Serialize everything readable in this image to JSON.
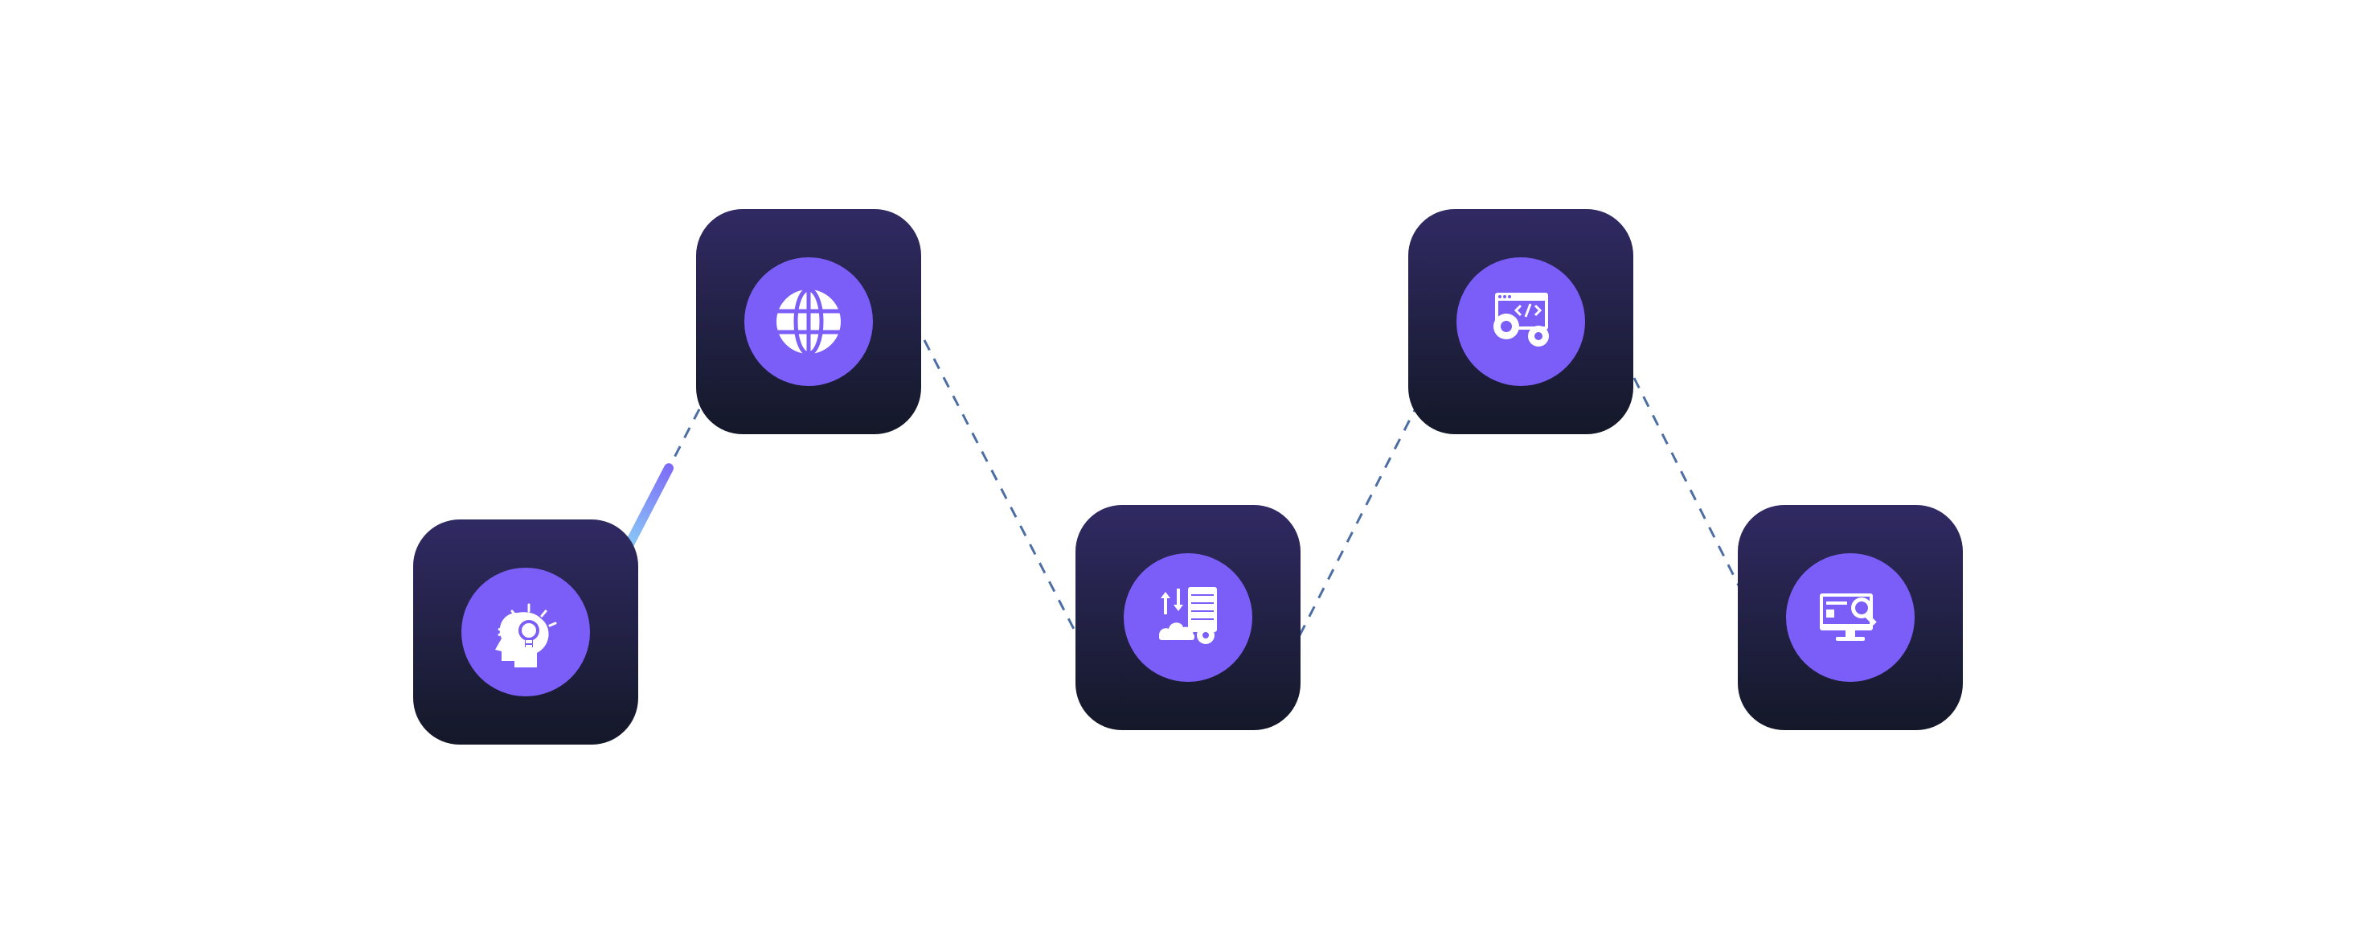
{
  "colors": {
    "background": "#ffffff",
    "card_top": "#302a63",
    "card_bottom": "#141828",
    "icon_circle": "#7b5ef8",
    "icon_glyph": "#ffffff",
    "connector_dash": "#4d6ea3",
    "progress_start": "#8cdcf5",
    "progress_end": "#7b5ef8"
  },
  "steps": [
    {
      "id": "step-idea",
      "icon": "idea-head-lightbulb-icon"
    },
    {
      "id": "step-web",
      "icon": "globe-icon"
    },
    {
      "id": "step-server",
      "icon": "cloud-server-transfer-icon"
    },
    {
      "id": "step-dev",
      "icon": "code-window-gears-icon"
    },
    {
      "id": "step-testing",
      "icon": "monitor-search-icon"
    }
  ],
  "progress": {
    "completed_segments": 0,
    "current_segment_fraction": 0.6
  }
}
